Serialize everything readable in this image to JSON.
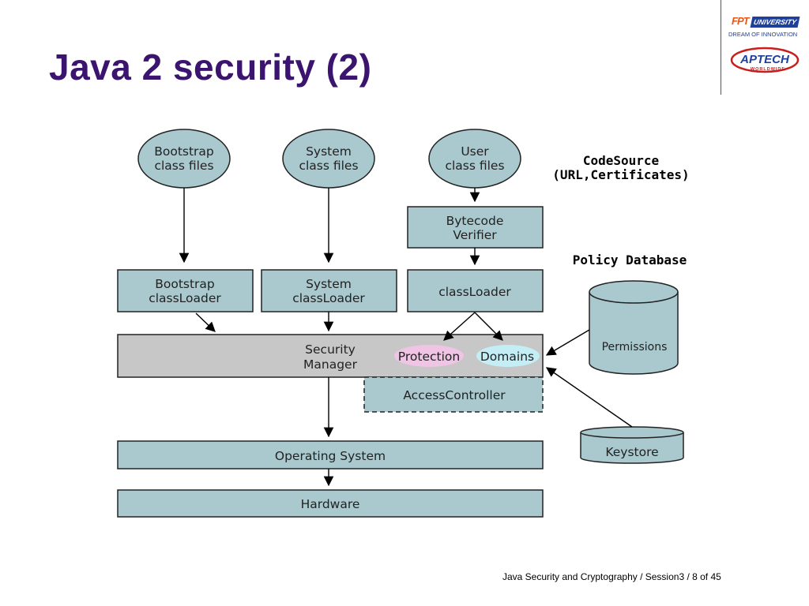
{
  "slide": {
    "title": "Java 2 security (2)",
    "footer": "Java Security and Cryptography / Session3 / 8 of 45"
  },
  "logos": {
    "fpt_mark": "FPT",
    "fpt_word": "UNIVERSITY",
    "fpt_tagline": "DREAM OF INNOVATION",
    "aptech_word": "APTECH",
    "aptech_sub": "WORLDWIDE"
  },
  "diagram": {
    "bootstrap_files": [
      "Bootstrap",
      "class files"
    ],
    "system_files": [
      "System",
      "class files"
    ],
    "user_files": [
      "User",
      "class files"
    ],
    "codesource": [
      "CodeSource",
      "(URL,Certificates)"
    ],
    "bytecode_verifier": [
      "Bytecode",
      "Verifier"
    ],
    "policy_database": "Policy Database",
    "bootstrap_loader": [
      "Bootstrap",
      "classLoader"
    ],
    "system_loader": [
      "System",
      "classLoader"
    ],
    "class_loader": "classLoader",
    "permissions": "Permissions",
    "security_manager": [
      "Security",
      "Manager"
    ],
    "protection": "Protection",
    "domains": "Domains",
    "access_controller": "AccessController",
    "keystore": "Keystore",
    "operating_system": "Operating System",
    "hardware": "Hardware"
  },
  "colors": {
    "title": "#3a146e",
    "box_fill": "#a9c9cf",
    "manager_fill": "#c7c7c7",
    "protection_fill": "#f0c4e4",
    "domains_fill": "#c4eef6"
  }
}
